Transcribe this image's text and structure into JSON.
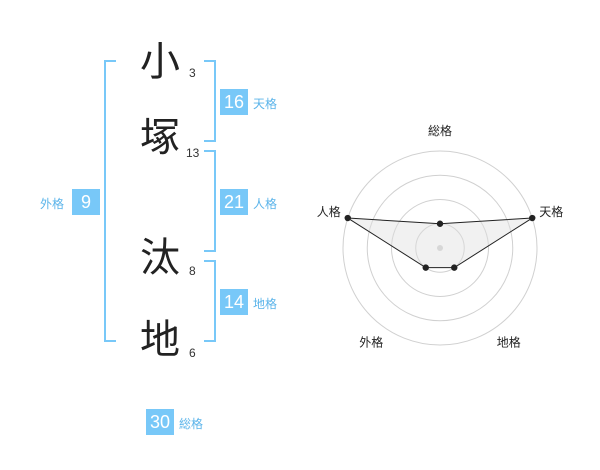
{
  "name": {
    "chars": [
      {
        "char": "小",
        "strokes": "3"
      },
      {
        "char": "塚",
        "strokes": "13"
      },
      {
        "char": "汰",
        "strokes": "8"
      },
      {
        "char": "地",
        "strokes": "6"
      }
    ]
  },
  "fortunes": {
    "tenkaku": {
      "value": "16",
      "label": "天格"
    },
    "jinkaku": {
      "value": "21",
      "label": "人格"
    },
    "chikaku": {
      "value": "14",
      "label": "地格"
    },
    "gaikaku": {
      "value": "9",
      "label": "外格"
    },
    "soukaku": {
      "value": "30",
      "label": "総格"
    }
  },
  "colors": {
    "accent": "#78c8f8",
    "label_accent": "#5bb4ea"
  },
  "chart_data": {
    "type": "radar",
    "axes": [
      "総格",
      "天格",
      "地格",
      "外格",
      "人格"
    ],
    "max": 4,
    "rings": 4,
    "values": [
      1,
      4,
      1,
      1,
      4
    ]
  }
}
